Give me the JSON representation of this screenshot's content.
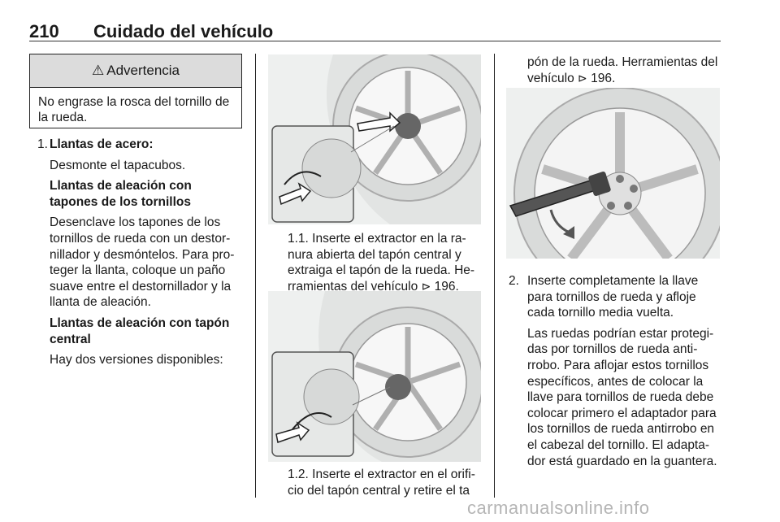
{
  "header": {
    "page_number": "210",
    "title": "Cuidado del vehículo"
  },
  "warning": {
    "symbol": "⚠",
    "heading": "Advertencia",
    "text": "No engrase la rosca del tornillo de la rueda."
  },
  "step1": {
    "number": "1.",
    "steel_heading": "Llantas de acero:",
    "steel_text": "Desmonte el tapacubos.",
    "alloy_heading": "Llantas de aleación con tapones de los tornillos",
    "alloy_text": "Desenclave los tapones de los tornillos de rueda con un destor­nillador y desmóntelos. Para pro­teger la llanta, coloque un paño suave entre el destornillador y la llanta de aleación.",
    "central_heading": "Llantas de aleación con tapón central",
    "central_text": "Hay dos versiones disponibles:"
  },
  "caption_1_1": {
    "text": "1.1. Inserte el extractor en la ra­nura abierta del tapón central y extraiga el tapón de la rueda. He­rramientas del vehículo ",
    "ref_symbol": "⊳",
    "ref_page": " 196."
  },
  "caption_1_2": {
    "text": "1.2. Inserte el extractor en el orifi­cio del tapón central y retire el ta­"
  },
  "caption_1_2_cont": {
    "text": "pón de la rueda. Herramientas del vehículo ",
    "ref_symbol": "⊳",
    "ref_page": " 196."
  },
  "step2": {
    "number": "2.",
    "text": "Inserte completamente la llave para tornillos de rueda y afloje cada tornillo media vuelta.",
    "text2": "Las ruedas podrían estar protegi­das por tornillos de rueda anti­rrobo. Para aflojar estos tornillos específicos, antes de colocar la llave para tornillos de rueda debe colocar primero el adaptador para los tornillos de rueda antirrobo en el cabezal del tornillo. El adapta­dor está guardado en la guantera."
  },
  "watermark": "carmanualsonline.info",
  "colors": {
    "illustration_bg": "#eef0ef",
    "warning_header_bg": "#dcdcdc",
    "rule": "#333333"
  }
}
